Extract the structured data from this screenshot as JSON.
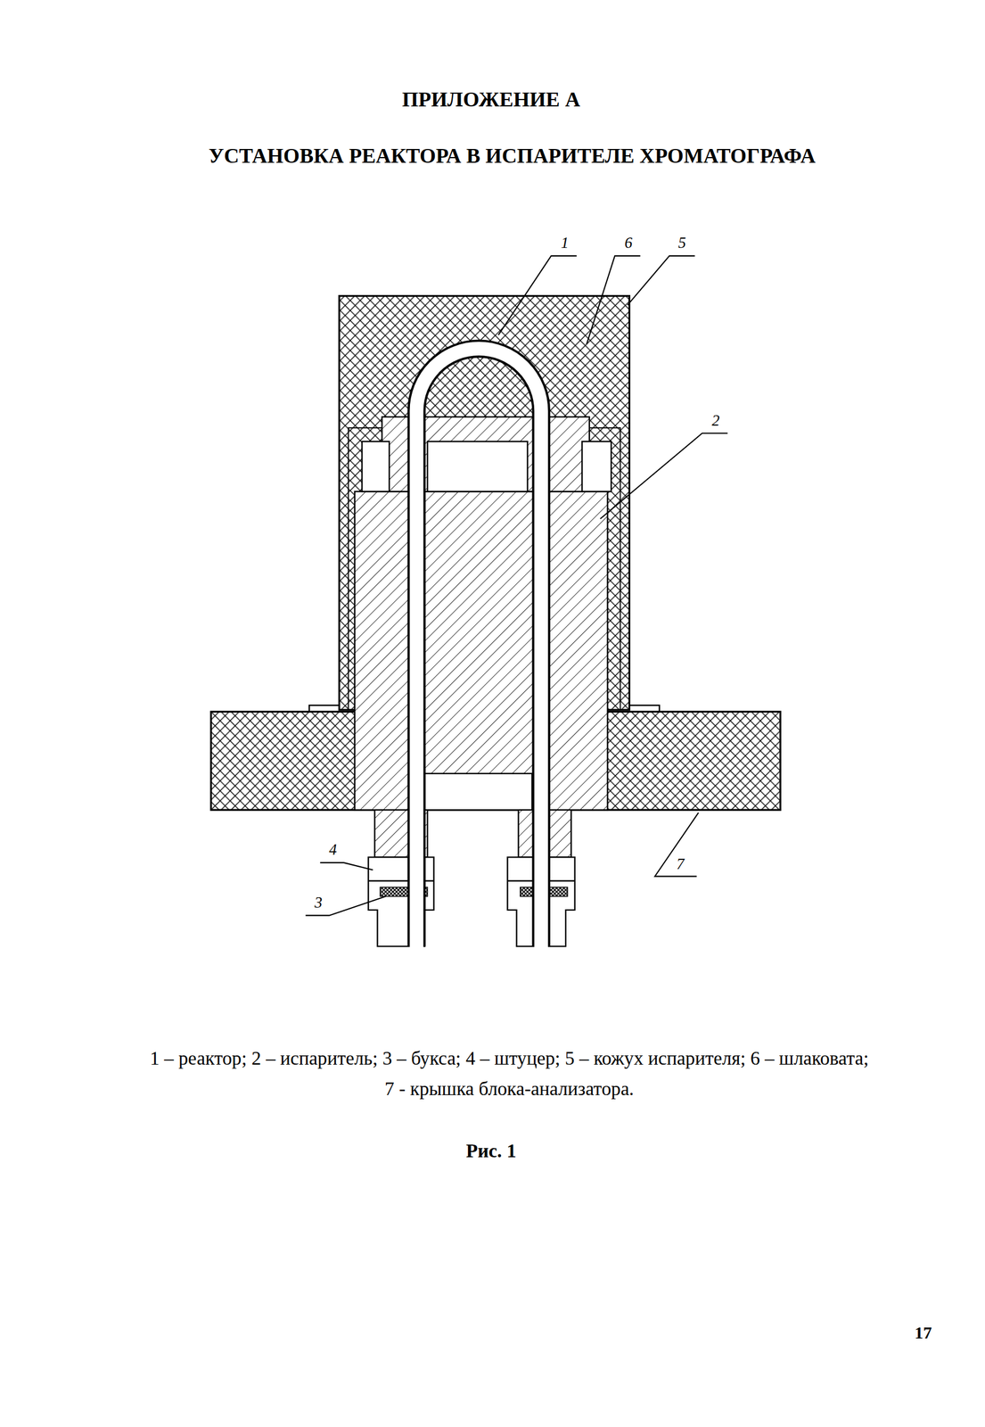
{
  "diagram": {
    "title": "УСТАНОВКА РЕАКТОРА В ИСПАРИТЕЛЕ ХРОМАТОГРАФА",
    "caption": "1 – реактор; 2 – испаритель; 3 – букса; 4 – штуцер; 5 – кожух испарителя; 6 – шлаковата; 7 - крышка блока-анализатора.",
    "labels": [
      "ПРИЛОЖЕНИЕ А",
      "1",
      "6",
      "5",
      "2",
      "4",
      "3",
      "7",
      "Рис. 1",
      "17"
    ]
  }
}
